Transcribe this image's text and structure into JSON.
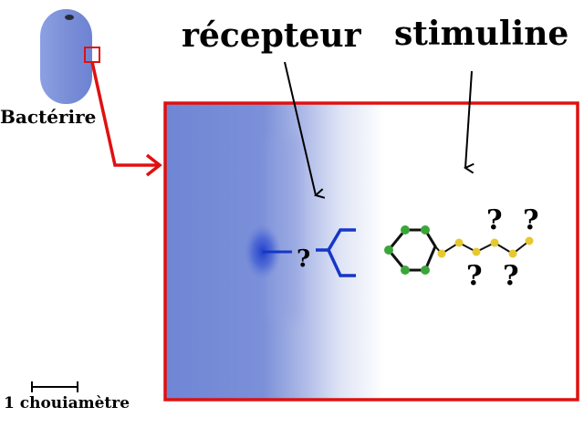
{
  "labels": {
    "recepteur": "récepteur",
    "stimuline": "stimuline",
    "bacterie": "Bactérire",
    "scale": "1 chouiamètre",
    "unknown_mark": "?"
  },
  "colors": {
    "highlight_box": "#e01010",
    "bacterium": "#7b8fd8",
    "membrane": "#6f87d6",
    "receptor": "#1636c8",
    "ring_node": "#3aa63a",
    "chain_node": "#e6c830",
    "bond": "#111111"
  }
}
